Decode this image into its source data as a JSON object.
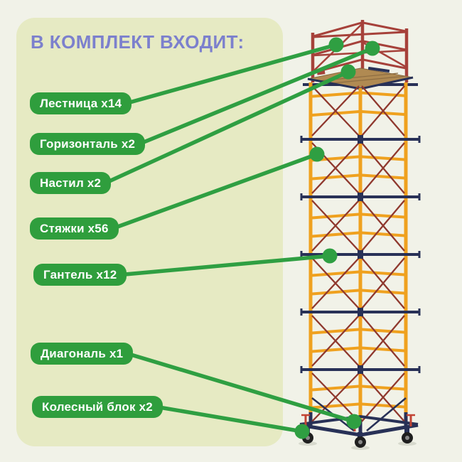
{
  "title": "В КОМПЛЕКТ ВХОДИТ:",
  "items": [
    {
      "id": "ladder",
      "label": "Лестница x14"
    },
    {
      "id": "horizontal",
      "label": "Горизонталь x2"
    },
    {
      "id": "deck",
      "label": "Настил x2"
    },
    {
      "id": "ties",
      "label": "Стяжки x56"
    },
    {
      "id": "dumbbell",
      "label": "Гантель x12"
    },
    {
      "id": "diagonal",
      "label": "Диагональ x1"
    },
    {
      "id": "wheel-block",
      "label": "Колесный блок x2"
    }
  ],
  "colors": {
    "background": "#f1f2e8",
    "card": "#e6eac3",
    "title_purple": "#7c80cd",
    "badge_green": "#2f9e3d",
    "line_green": "#2f9f42",
    "tower_orange": "#efa11f",
    "tower_red": "#a6413a",
    "tower_maroon": "#8f382e",
    "tower_navy": "#283157",
    "deck_wood": "#b08a52",
    "wheel_black": "#1f1f1f",
    "screw_red": "#c24434"
  }
}
